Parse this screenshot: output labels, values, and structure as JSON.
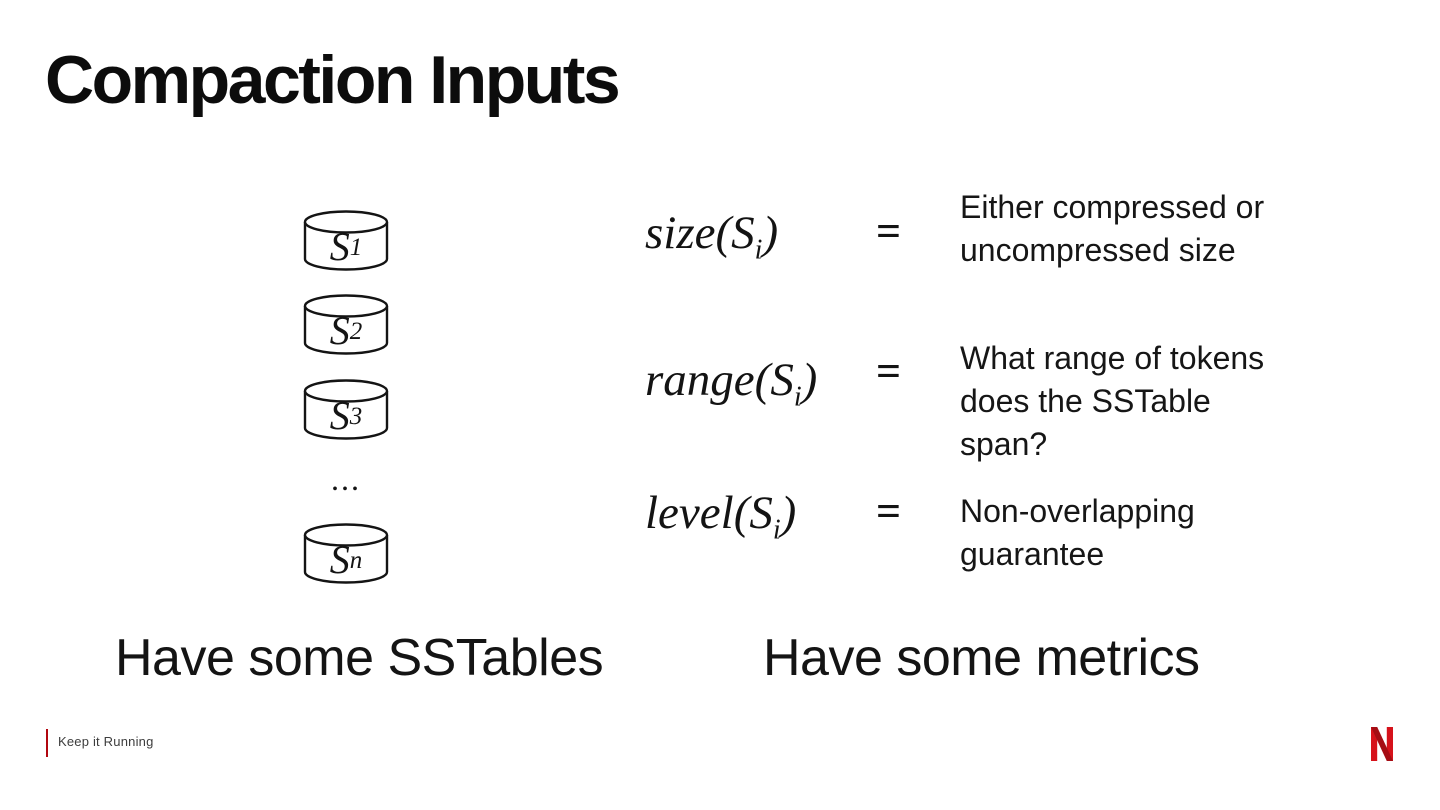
{
  "slide": {
    "title": "Compaction Inputs",
    "left_caption": "Have some SSTables",
    "right_caption": "Have some metrics"
  },
  "sstables": {
    "symbol": "S",
    "subscripts": [
      "1",
      "2",
      "3"
    ],
    "ellipsis": "...",
    "last_subscript": "n"
  },
  "metrics": [
    {
      "func": "size",
      "open": "(",
      "symbol": "S",
      "subscript": "i",
      "close": ")",
      "equals": "=",
      "description": "Either compressed or\nuncompressed size"
    },
    {
      "func": "range",
      "open": "(",
      "symbol": "S",
      "subscript": "i",
      "close": ")",
      "equals": "=",
      "description": "What range of tokens\ndoes the SSTable\nspan?"
    },
    {
      "func": "level",
      "open": "(",
      "symbol": "S",
      "subscript": "i",
      "close": ")",
      "equals": "=",
      "description": "Non-overlapping\nguarantee"
    }
  ],
  "footer": {
    "tagline": "Keep it Running",
    "logo_letter": "N"
  },
  "colors": {
    "text": "#141414",
    "accent_bar_red": "#b1060f",
    "netflix_red": "#d6121b",
    "netflix_dark_red": "#a50d14"
  }
}
